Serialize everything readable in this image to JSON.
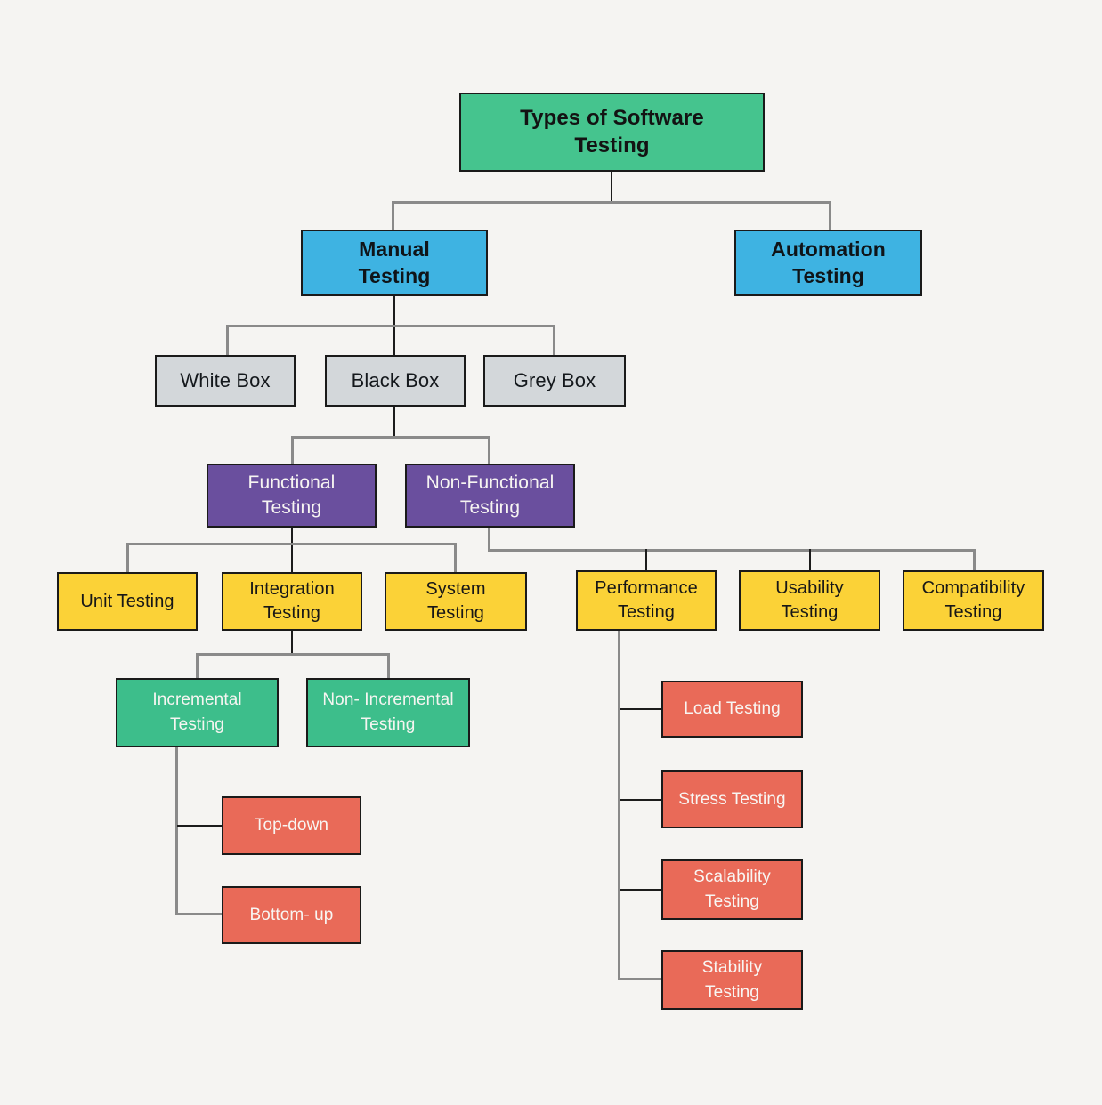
{
  "diagram": {
    "title": "Types of Software Testing",
    "type": "tree-flowchart"
  },
  "palette": {
    "background": "#F5F4F2",
    "green": "#45C48E",
    "blue": "#3EB3E2",
    "grey_box": "#D3D7DA",
    "purple": "#6A4F9E",
    "yellow": "#FBD237",
    "teal_green": "#3DBE8B",
    "salmon": "#E96A58",
    "box_border": "#1A1A1A",
    "connector_grey": "#8A8A8A",
    "connector_dark": "#1C1C1C",
    "text_dark": "#151515",
    "text_light": "#F8F6F3"
  },
  "nodes": {
    "root": {
      "label": "Types of Software\nTesting",
      "color": "#45C48E"
    },
    "manual": {
      "label": "Manual\nTesting",
      "color": "#3EB3E2"
    },
    "automation": {
      "label": "Automation\nTesting",
      "color": "#3EB3E2"
    },
    "white_box": {
      "label": "White Box",
      "color": "#D3D7DA"
    },
    "black_box": {
      "label": "Black Box",
      "color": "#D3D7DA"
    },
    "grey_box": {
      "label": "Grey Box",
      "color": "#D3D7DA"
    },
    "functional": {
      "label": "Functional\nTesting",
      "color": "#6A4F9E"
    },
    "non_functional": {
      "label": "Non-Functional\nTesting",
      "color": "#6A4F9E"
    },
    "unit": {
      "label": "Unit Testing",
      "color": "#FBD237"
    },
    "integration": {
      "label": "Integration\nTesting",
      "color": "#FBD237"
    },
    "system": {
      "label": "System\nTesting",
      "color": "#FBD237"
    },
    "performance": {
      "label": "Performance\nTesting",
      "color": "#FBD237"
    },
    "usability": {
      "label": "Usability\nTesting",
      "color": "#FBD237"
    },
    "compatibility": {
      "label": "Compatibility\nTesting",
      "color": "#FBD237"
    },
    "incremental": {
      "label": "Incremental\nTesting",
      "color": "#3DBE8B"
    },
    "non_incremental": {
      "label": "Non- Incremental\nTesting",
      "color": "#3DBE8B"
    },
    "top_down": {
      "label": "Top-down",
      "color": "#E96A58"
    },
    "bottom_up": {
      "label": "Bottom- up",
      "color": "#E96A58"
    },
    "load": {
      "label": "Load Testing",
      "color": "#E96A58"
    },
    "stress": {
      "label": "Stress Testing",
      "color": "#E96A58"
    },
    "scalability": {
      "label": "Scalability\nTesting",
      "color": "#E96A58"
    },
    "stability": {
      "label": "Stability\nTesting",
      "color": "#E96A58"
    }
  },
  "edges": [
    [
      "root",
      "manual"
    ],
    [
      "root",
      "automation"
    ],
    [
      "manual",
      "white_box"
    ],
    [
      "manual",
      "black_box"
    ],
    [
      "manual",
      "grey_box"
    ],
    [
      "black_box",
      "functional"
    ],
    [
      "black_box",
      "non_functional"
    ],
    [
      "functional",
      "unit"
    ],
    [
      "functional",
      "integration"
    ],
    [
      "functional",
      "system"
    ],
    [
      "non_functional",
      "performance"
    ],
    [
      "non_functional",
      "usability"
    ],
    [
      "non_functional",
      "compatibility"
    ],
    [
      "integration",
      "incremental"
    ],
    [
      "integration",
      "non_incremental"
    ],
    [
      "incremental",
      "top_down"
    ],
    [
      "incremental",
      "bottom_up"
    ],
    [
      "performance",
      "load"
    ],
    [
      "performance",
      "stress"
    ],
    [
      "performance",
      "scalability"
    ],
    [
      "performance",
      "stability"
    ]
  ]
}
